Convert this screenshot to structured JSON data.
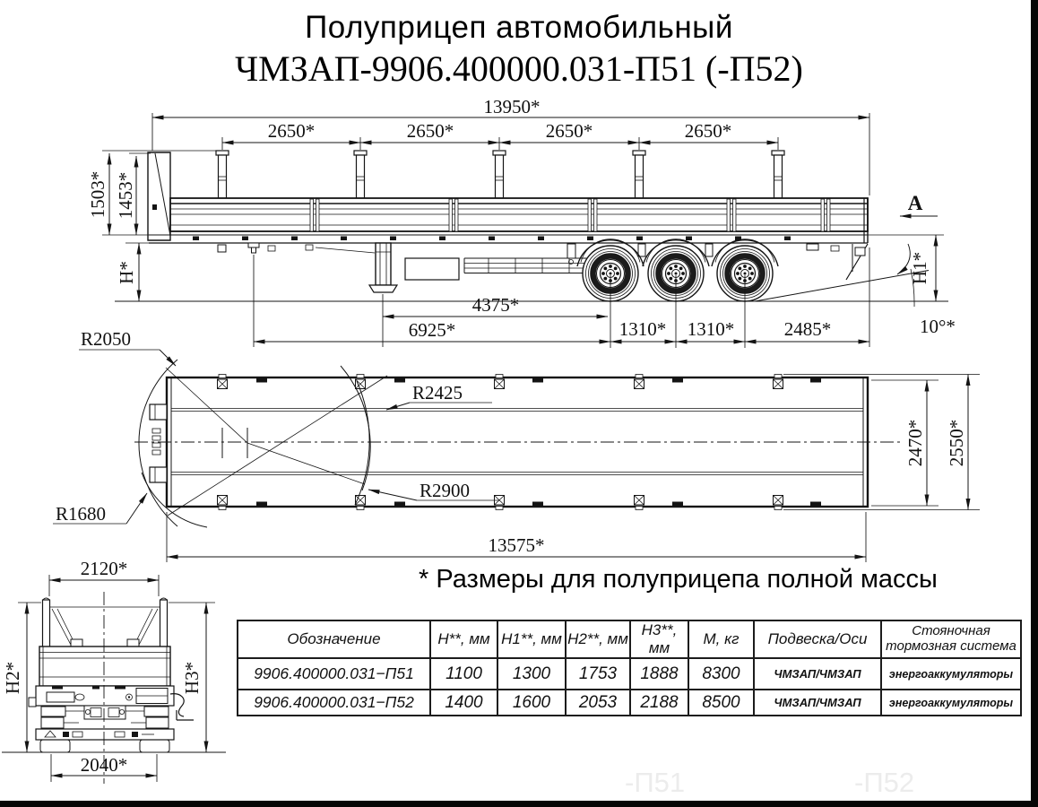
{
  "title": {
    "line1": "Полуприцеп автомобильный",
    "line2": "ЧМЗАП-9906.400000.031-П51 (-П52)"
  },
  "note": "* Размеры для полуприцепа полной массы",
  "side_view": {
    "total_length": "13950*",
    "stake_spacing": "2650*",
    "front_board_height": "1503*",
    "board_height": "1453*",
    "coupling_height": "H*",
    "legs_to_axle": "4375*",
    "kingpin_to_axle": "6925*",
    "axle_spacing": "1310*",
    "rear_overhang": "2485*",
    "rear_height": "H1*",
    "departure_angle": "10°*",
    "view_label": "А"
  },
  "top_view": {
    "r_front": "R2050",
    "r_mid": "R2425",
    "r_rear": "R2900",
    "r_small": "R1680",
    "inner_width": "2470*",
    "overall_width": "2550*",
    "platform_length": "13575*"
  },
  "rear_view": {
    "top_width": "2120*",
    "track_width": "2040*",
    "height_left": "H2*",
    "height_right": "H3*"
  },
  "table": {
    "headers": [
      "Обозначение",
      "Н**, мм",
      "Н1**, мм",
      "Н2**, мм",
      "Н3**, мм",
      "М, кг",
      "Подвеска/Оси",
      "Стояночная тормозная система"
    ],
    "rows": [
      [
        "9906.400000.031−П51",
        "1100",
        "1300",
        "1753",
        "1888",
        "8300",
        "ЧМЗАП/ЧМЗАП",
        "энергоаккумуляторы"
      ],
      [
        "9906.400000.031−П52",
        "1400",
        "1600",
        "2053",
        "2188",
        "8500",
        "ЧМЗАП/ЧМЗАП",
        "энергоаккумуляторы"
      ]
    ]
  },
  "watermarks": [
    "-П51",
    "-П52"
  ]
}
